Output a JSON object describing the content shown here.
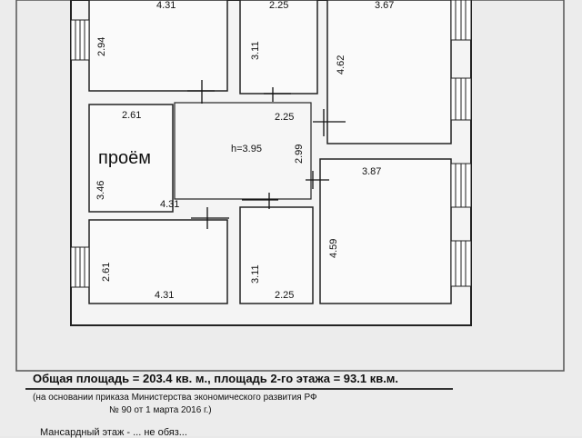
{
  "rooms": {
    "top_left_width": "4.31",
    "top_left_height": "2.94",
    "top_center_width": "2.25",
    "top_center_height": "3.11",
    "top_right_width": "3.67",
    "top_right_height": "4.62",
    "mid_left_width": "2.61",
    "mid_left_height": "3.46",
    "mid_left_bottom": "4.31",
    "opening": "проём",
    "hall_height": "h=3.95",
    "hall_width": "2.25",
    "hall_depth": "2.99",
    "mid_right_width": "3.87",
    "mid_right_height": "4.59",
    "bottom_left_height": "2.61",
    "bottom_left_width": "4.31",
    "bottom_center_height": "3.11",
    "bottom_center_width": "2.25"
  },
  "notes": {
    "total": "Общая площадь = 203.4 кв. м., площадь 2-го этажа = 93.1 кв.м.",
    "basis_line1": "(на основании приказа Министерства экономического развития РФ",
    "basis_line2": "№ 90 от 1 марта 2016 г.)",
    "cut": "Мансардный этаж - ... не обяз..."
  }
}
